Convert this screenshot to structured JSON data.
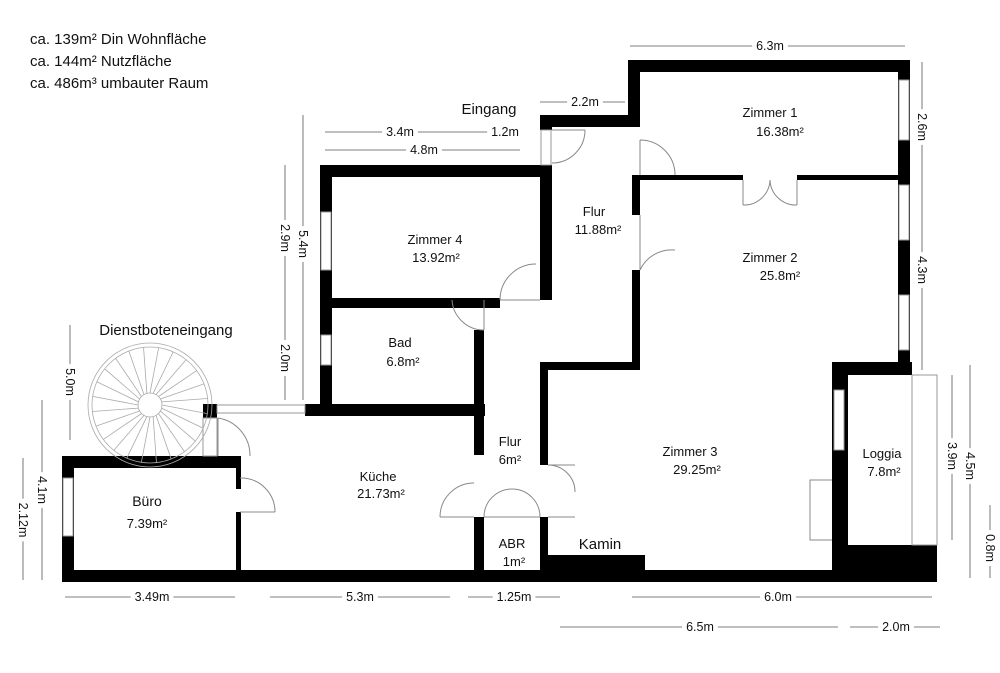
{
  "info": [
    "ca. 139m² Din Wohnfläche",
    "ca. 144m² Nutzfläche",
    "ca. 486m³ umbauter Raum"
  ],
  "labels": {
    "eingang": "Eingang",
    "dienstboteneingang": "Dienstboteneingang",
    "kamin": "Kamin"
  },
  "rooms": {
    "zimmer1": {
      "name": "Zimmer 1",
      "area": "16.38m²"
    },
    "zimmer2": {
      "name": "Zimmer 2",
      "area": "25.8m²"
    },
    "zimmer3": {
      "name": "Zimmer 3",
      "area": "29.25m²"
    },
    "zimmer4": {
      "name": "Zimmer 4",
      "area": "13.92m²"
    },
    "flur1": {
      "name": "Flur",
      "area": "11.88m²"
    },
    "flur2": {
      "name": "Flur",
      "area": "6m²"
    },
    "bad": {
      "name": "Bad",
      "area": "6.8m²"
    },
    "kueche": {
      "name": "Küche",
      "area": "21.73m²"
    },
    "buero": {
      "name": "Büro",
      "area": "7.39m²"
    },
    "abr": {
      "name": "ABR",
      "area": "1m²"
    },
    "loggia": {
      "name": "Loggia",
      "area": "7.8m²"
    }
  },
  "dims": {
    "top_6_3": "6.3m",
    "eingang_2_2": "2.2m",
    "z4_3_4": "3.4m",
    "z4_1_2": "1.2m",
    "z4_4_8": "4.8m",
    "v_5_4": "5.4m",
    "v_2_9": "2.9m",
    "v_2_0": "2.0m",
    "v_5_0": "5.0m",
    "v_4_1": "4.1m",
    "v_2_12": "2.12m",
    "r_2_6": "2.6m",
    "r_4_3": "4.3m",
    "r_4_5": "4.5m",
    "r_3_9": "3.9m",
    "r_0_8": "0.8m",
    "b_3_49": "3.49m",
    "b_5_3": "5.3m",
    "b_1_25": "1.25m",
    "b_6_0": "6.0m",
    "b_6_5": "6.5m",
    "b_2_0": "2.0m"
  }
}
